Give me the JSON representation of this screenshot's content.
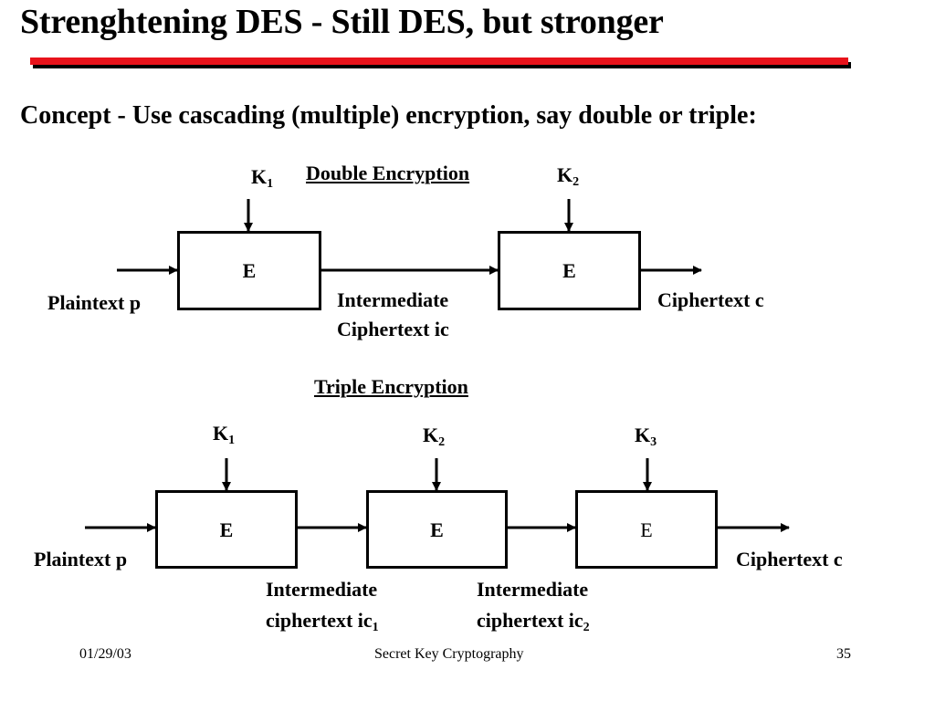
{
  "slide": {
    "title": "Strenghtening DES - Still DES, but stronger",
    "concept": "Concept - Use cascading (multiple) encryption, say double or triple:",
    "accent_color": "#e8131b"
  },
  "double": {
    "heading": "Double Encryption",
    "key1": "K",
    "key1_sub": "1",
    "key2": "K",
    "key2_sub": "2",
    "box1": "E",
    "box2": "E",
    "input": "Plaintext p",
    "middle_line1": "Intermediate",
    "middle_line2": "Ciphertext ic",
    "output": "Ciphertext c"
  },
  "triple": {
    "heading": "Triple Encryption",
    "key1": "K",
    "key1_sub": "1",
    "key2": "K",
    "key2_sub": "2",
    "key3": "K",
    "key3_sub": "3",
    "box1": "E",
    "box2": "E",
    "box3": "E",
    "input": "Plaintext p",
    "output": "Ciphertext c",
    "inter1_line1": "Intermediate",
    "inter1_line2": "ciphertext ic",
    "inter1_sub": "1",
    "inter2_line1": "Intermediate",
    "inter2_line2": "ciphertext ic",
    "inter2_sub": "2"
  },
  "footer": {
    "date": "01/29/03",
    "course": "Secret Key Cryptography",
    "page": "35"
  }
}
